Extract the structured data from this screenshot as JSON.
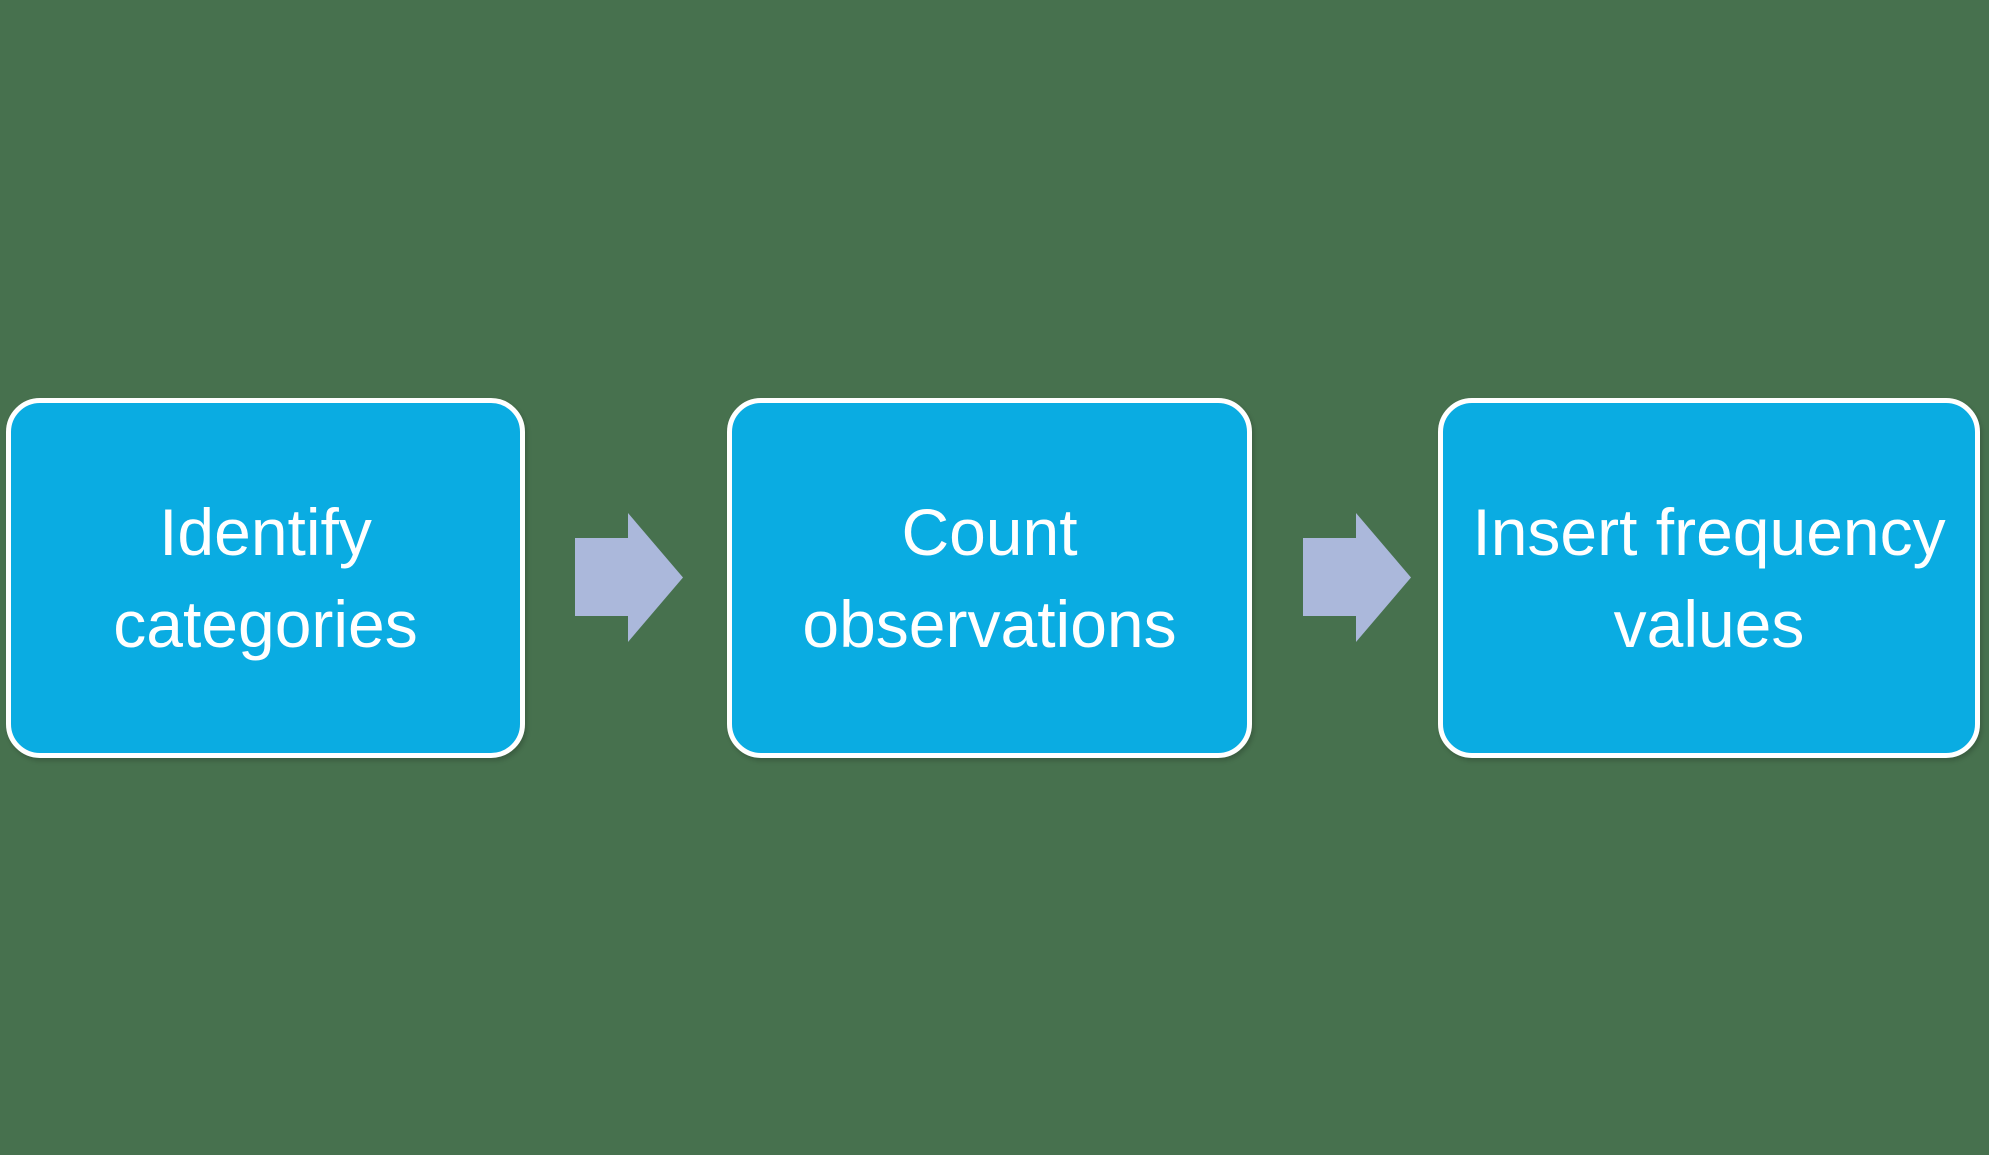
{
  "diagram": {
    "type": "process-flow",
    "steps": [
      {
        "label": "Identify categories"
      },
      {
        "label": "Count observations"
      },
      {
        "label": "Insert frequency values"
      }
    ],
    "arrows": [
      {
        "name": "arrow-1",
        "direction": "right"
      },
      {
        "name": "arrow-2",
        "direction": "right"
      }
    ],
    "colors": {
      "background": "#47714E",
      "box_fill": "#0AACE2",
      "box_border": "#FFFFFF",
      "arrow_fill": "#ABB8DB",
      "text": "#FFFFFF"
    }
  }
}
